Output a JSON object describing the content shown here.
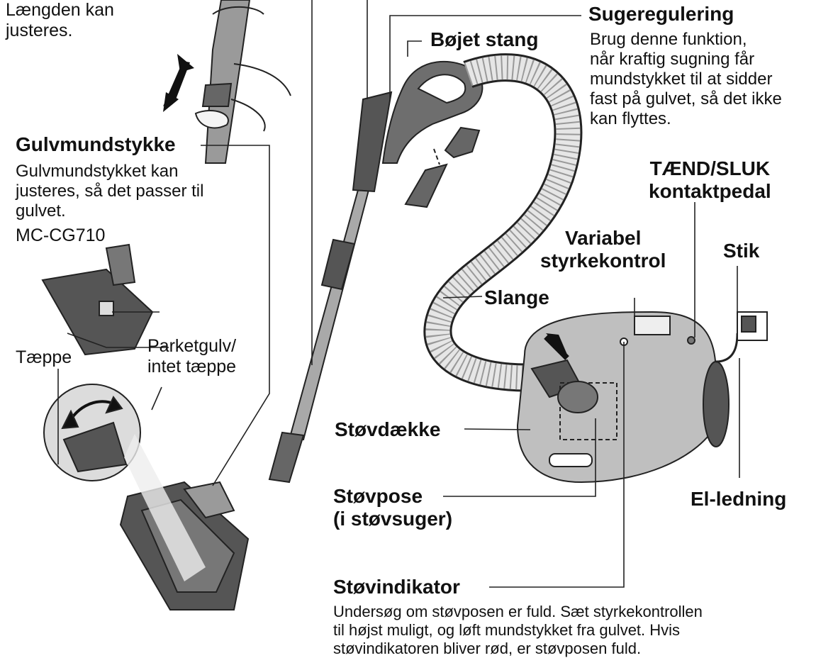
{
  "labels": {
    "length_note": "Længden kan\njusteres.",
    "bent_pipe": "Bøjet stang",
    "suction_reg": "Sugeregulering",
    "suction_desc": "Brug denne funktion,\nnår kraftig sugning får\nmundstykket til at sidder\nfast på gulvet, så det ikke\nkan flyttes.",
    "floor_nozzle": "Gulvmundstykke",
    "floor_desc": "Gulvmundstykket kan\njusteres, så det passer til\ngulvet.",
    "model": "MC-CG710",
    "carpet": "Tæppe",
    "hard_floor": "Parketgulv/\nintet tæppe",
    "onoff": "TÆND/SLUK\nkontaktpedal",
    "power_control": "Variabel\nstyrkekontrol",
    "plug": "Stik",
    "hose": "Slange",
    "dust_cover": "Støvdække",
    "dust_bag": "Støvpose\n(i støvsuger)",
    "cord": "El-ledning",
    "dust_indicator": "Støvindikator",
    "indicator_desc": "Undersøg om støvposen er fuld. Sæt styrkekontrollen\ntil højst muligt, og løft mundstykket fra gulvet. Hvis\nstøvindikatoren bliver rød, er støvposen fuld."
  },
  "colors": {
    "line": "#222222",
    "body_fill": "#bfbfbf",
    "dark_part": "#555555",
    "hose_fill": "#e6e6e6"
  }
}
